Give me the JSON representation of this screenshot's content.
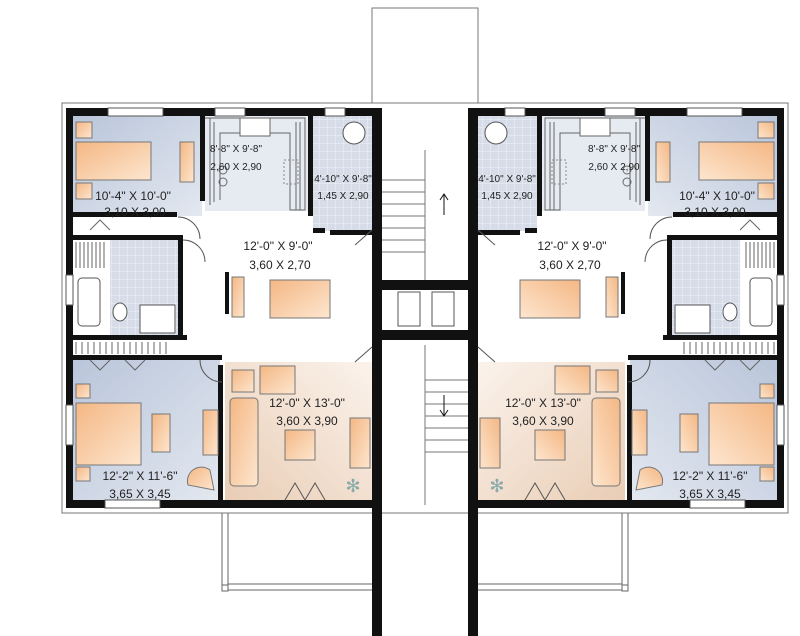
{
  "plan": {
    "colors": {
      "wall": "#111111",
      "bedroom": "#c9d3e4",
      "bath": "#d3dbe8",
      "living": "#f1ddcb",
      "furniture": "#f6c79a"
    },
    "units": [
      {
        "side": "left",
        "kitchen": {
          "imperial": "8'-8\" X 9'-8\"",
          "metric": "2,60 X 2,90"
        },
        "bathroom": {
          "imperial": "4'-10\" X 9'-8\"",
          "metric": "1,45 X 2,90"
        },
        "bedroom_1": {
          "imperial": "10'-4\" X 10'-0\"",
          "metric": "3,10 X 3,00"
        },
        "dining": {
          "imperial": "12'-0\" X 9'-0\"",
          "metric": "3,60 X 2,70"
        },
        "living": {
          "imperial": "12'-0\" X 13'-0\"",
          "metric": "3,60 X 3,90"
        },
        "bedroom_2": {
          "imperial": "12'-2\" X 11'-6\"",
          "metric": "3,65 X 3,45"
        }
      },
      {
        "side": "right",
        "kitchen": {
          "imperial": "8'-8\" X 9'-8\"",
          "metric": "2,60 X 2,90"
        },
        "bathroom": {
          "imperial": "4'-10\" X 9'-8\"",
          "metric": "1,45 X 2,90"
        },
        "bedroom_1": {
          "imperial": "10'-4\" X 10'-0\"",
          "metric": "3,10 X 3,00"
        },
        "dining": {
          "imperial": "12'-0\" X 9'-0\"",
          "metric": "3,60 X 2,70"
        },
        "living": {
          "imperial": "12'-0\" X 13'-0\"",
          "metric": "3,60 X 3,90"
        },
        "bedroom_2": {
          "imperial": "12'-2\" X 11'-6\"",
          "metric": "3,65 X 3,45"
        }
      }
    ]
  }
}
